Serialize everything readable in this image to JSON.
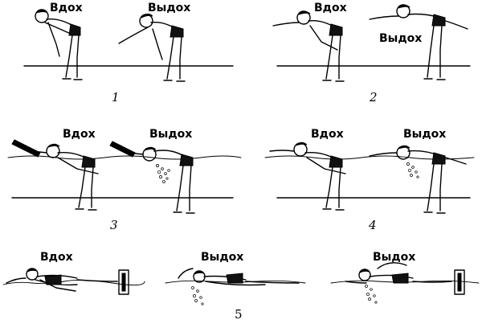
{
  "labels": {
    "inhale": "Вдох",
    "exhale": "Выдох"
  },
  "panels": [
    {
      "number": "1",
      "inhale": "Вдох",
      "exhale": "Выдох"
    },
    {
      "number": "2",
      "inhale": "Вдох",
      "exhale": "Выдох"
    },
    {
      "number": "3",
      "inhale": "Вдох",
      "exhale": "Выдох"
    },
    {
      "number": "4",
      "inhale": "Вдох",
      "exhale": "Выдох"
    },
    {
      "number": "5",
      "inhale": "Вдох",
      "exhale_a": "Выдох",
      "exhale_b": "Выдох"
    }
  ]
}
